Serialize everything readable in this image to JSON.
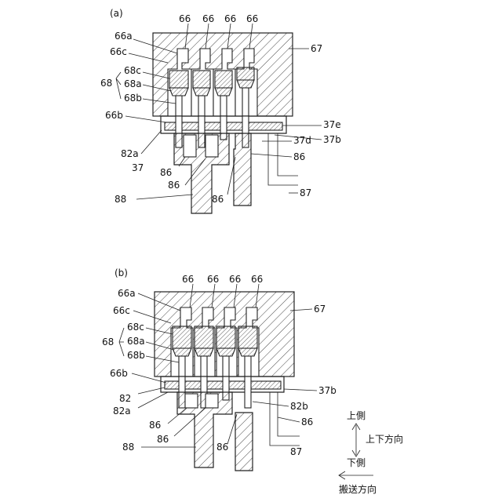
{
  "panel_a": {
    "tag": "(a)",
    "ref_66": "66",
    "ref_66a": "66a",
    "ref_66c": "66c",
    "ref_68": "68",
    "ref_68c": "68c",
    "ref_68a": "68a",
    "ref_68b": "68b",
    "ref_66b": "66b",
    "ref_82a": "82a",
    "ref_37": "37",
    "ref_86": "86",
    "ref_88": "88",
    "ref_67": "67",
    "ref_37e": "37e",
    "ref_37d": "37d",
    "ref_37b": "37b",
    "ref_87": "87"
  },
  "panel_b": {
    "tag": "(b)",
    "ref_66": "66",
    "ref_66a": "66a",
    "ref_66c": "66c",
    "ref_68": "68",
    "ref_68c": "68c",
    "ref_68a": "68a",
    "ref_68b": "68b",
    "ref_66b": "66b",
    "ref_82": "82",
    "ref_82a": "82a",
    "ref_86": "86",
    "ref_88": "88",
    "ref_67": "67",
    "ref_37b": "37b",
    "ref_82b": "82b",
    "ref_87": "87"
  },
  "legend": {
    "upper_side": "上側",
    "vertical_direction": "上下方向",
    "lower_side": "下側",
    "transport_direction": "搬送方向"
  }
}
